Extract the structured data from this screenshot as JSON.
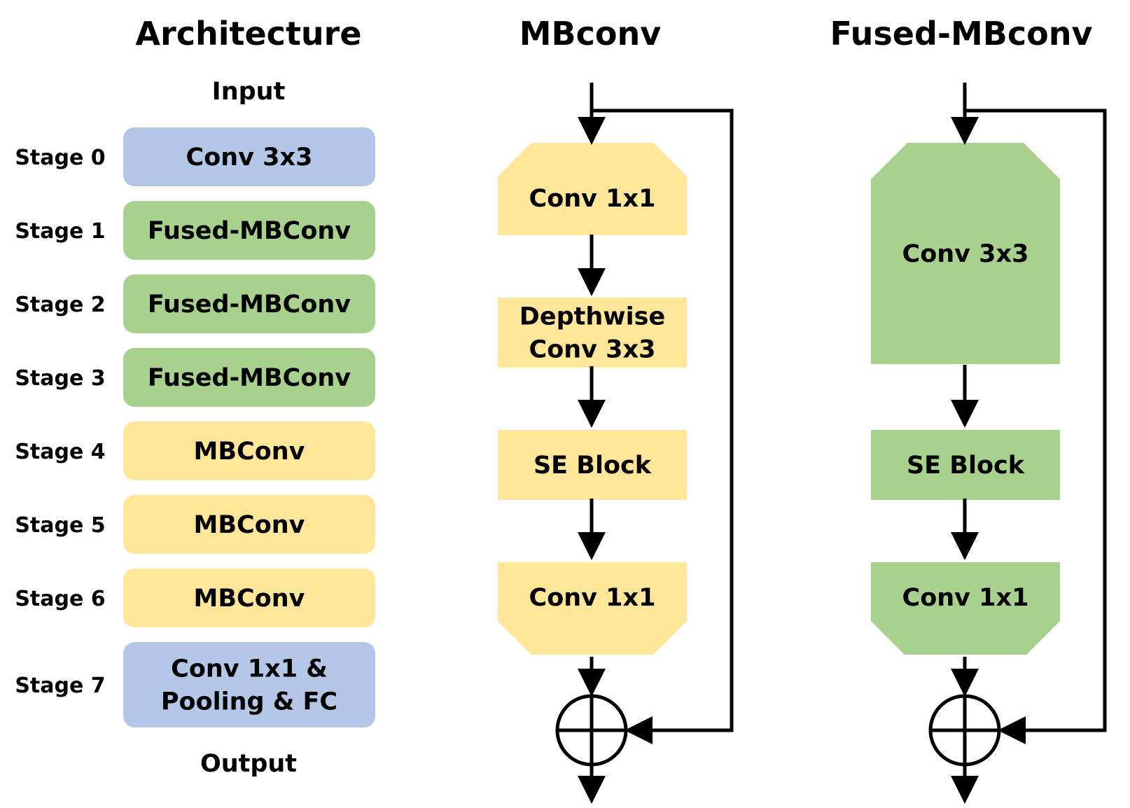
{
  "colors": {
    "blue": "#b4c7e7",
    "green": "#a9d18e",
    "yellow": "#ffe699",
    "line": "#000000"
  },
  "architecture": {
    "title": "Architecture",
    "input_label": "Input",
    "output_label": "Output",
    "stages": [
      {
        "label": "Stage 0",
        "lines": [
          "Conv 3x3"
        ],
        "color": "blue"
      },
      {
        "label": "Stage 1",
        "lines": [
          "Fused-MBConv"
        ],
        "color": "green"
      },
      {
        "label": "Stage 2",
        "lines": [
          "Fused-MBConv"
        ],
        "color": "green"
      },
      {
        "label": "Stage 3",
        "lines": [
          "Fused-MBConv"
        ],
        "color": "green"
      },
      {
        "label": "Stage 4",
        "lines": [
          "MBConv"
        ],
        "color": "yellow"
      },
      {
        "label": "Stage 5",
        "lines": [
          "MBConv"
        ],
        "color": "yellow"
      },
      {
        "label": "Stage 6",
        "lines": [
          "MBConv"
        ],
        "color": "yellow"
      },
      {
        "label": "Stage 7",
        "lines": [
          "Conv 1x1 &",
          "Pooling & FC"
        ],
        "color": "blue"
      }
    ]
  },
  "mbconv": {
    "title": "MBconv",
    "blocks": [
      {
        "lines": [
          "Conv 1x1"
        ],
        "shape": "top-chamfer"
      },
      {
        "lines": [
          "Depthwise",
          "Conv 3x3"
        ],
        "shape": "rect"
      },
      {
        "lines": [
          "SE Block"
        ],
        "shape": "rect"
      },
      {
        "lines": [
          "Conv 1x1"
        ],
        "shape": "bottom-chamfer"
      }
    ],
    "color": "yellow"
  },
  "fused_mbconv": {
    "title": "Fused-MBconv",
    "blocks": [
      {
        "lines": [
          "Conv 3x3"
        ],
        "shape": "top-chamfer"
      },
      {
        "lines": [
          "SE Block"
        ],
        "shape": "rect"
      },
      {
        "lines": [
          "Conv 1x1"
        ],
        "shape": "bottom-chamfer"
      }
    ],
    "color": "green"
  }
}
